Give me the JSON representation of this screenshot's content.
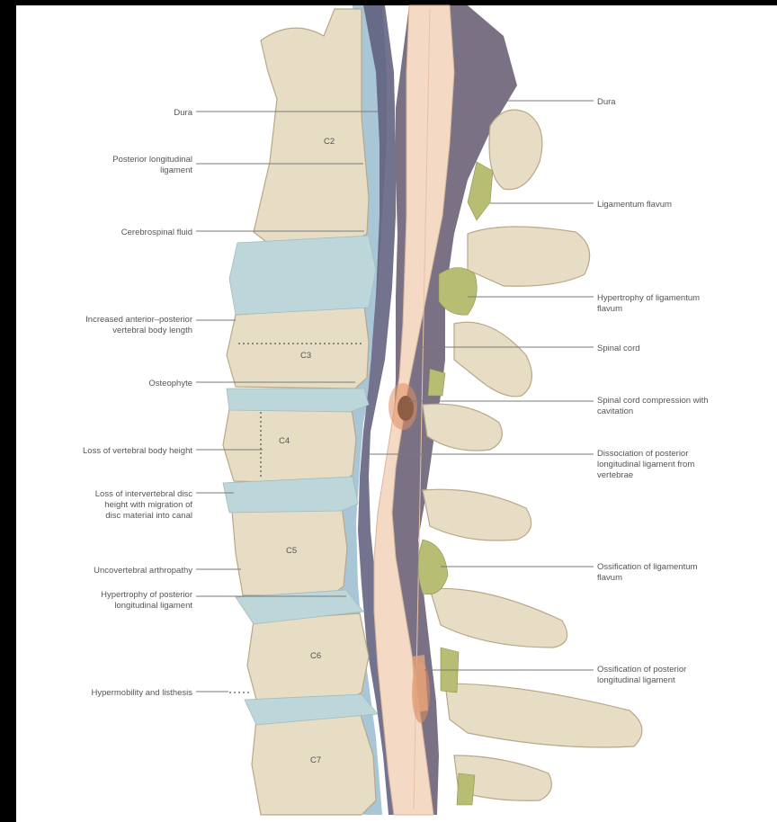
{
  "vertebra_labels": [
    "C2",
    "C3",
    "C4",
    "C5",
    "C6",
    "C7"
  ],
  "left_labels": [
    {
      "id": "dura-left",
      "lines": [
        "Dura"
      ]
    },
    {
      "id": "posterior-longitudinal-ligament",
      "lines": [
        "Posterior longitudinal",
        "ligament"
      ]
    },
    {
      "id": "cerebrospinal-fluid",
      "lines": [
        "Cerebrospinal fluid"
      ]
    },
    {
      "id": "increased-ap-length",
      "lines": [
        "Increased anterior–posterior",
        "vertebral body length"
      ]
    },
    {
      "id": "osteophyte",
      "lines": [
        "Osteophyte"
      ]
    },
    {
      "id": "loss-vertebral-body-height",
      "lines": [
        "Loss of vertebral body height"
      ]
    },
    {
      "id": "loss-disc-height",
      "lines": [
        "Loss of intervertebral disc",
        "height with migration of",
        "disc material into canal"
      ]
    },
    {
      "id": "uncovertebral-arthropathy",
      "lines": [
        "Uncovertebral arthropathy"
      ]
    },
    {
      "id": "hypertrophy-pll",
      "lines": [
        "Hypertrophy of posterior",
        "longitudinal ligament"
      ]
    },
    {
      "id": "hypermobility-listhesis",
      "lines": [
        "Hypermobility and listhesis"
      ]
    }
  ],
  "right_labels": [
    {
      "id": "dura-right",
      "lines": [
        "Dura"
      ]
    },
    {
      "id": "ligamentum-flavum",
      "lines": [
        "Ligamentum flavum"
      ]
    },
    {
      "id": "hypertrophy-ligamentum-flavum",
      "lines": [
        "Hypertrophy of ligamentum",
        "flavum"
      ]
    },
    {
      "id": "spinal-cord",
      "lines": [
        "Spinal cord"
      ]
    },
    {
      "id": "cord-compression-cavitation",
      "lines": [
        "Spinal cord compression with",
        "cavitation"
      ]
    },
    {
      "id": "dissociation-pll",
      "lines": [
        "Dissociation of posterior",
        "longitudinal ligament from",
        "vertebrae"
      ]
    },
    {
      "id": "ossification-ligamentum-flavum",
      "lines": [
        "Ossification of ligamentum",
        "flavum"
      ]
    },
    {
      "id": "ossification-pll",
      "lines": [
        "Ossification of posterior",
        "longitudinal ligament"
      ]
    }
  ],
  "colors": {
    "background": "#000000",
    "panel": "#ffffff",
    "bone": "#e7dcc4",
    "disc": "#bcd6d9",
    "dura": "#6f6679",
    "cord": "#f4d9c4",
    "ligament": "#b7bd72"
  }
}
